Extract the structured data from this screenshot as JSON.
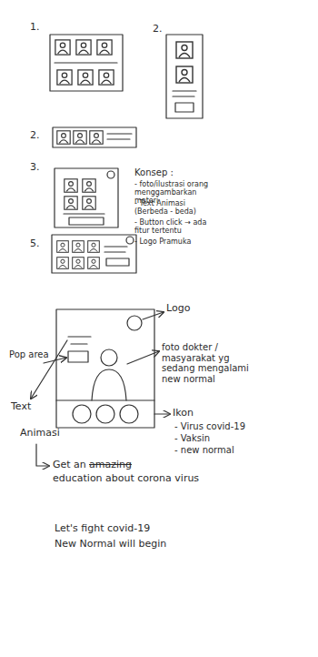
{
  "diagram": {
    "labels": [
      "1.",
      "2.",
      "2.",
      "3.",
      "Konsep :",
      "- foto/ilustrasi orang menggambarkan materi",
      "- Text Animasi (Berbeda - beda)",
      "- Button click → ada fitur tertentu",
      "- Logo Pramuka",
      "5.",
      "Logo",
      "Pop area",
      "foto dokter / masyarakat yg sedang mengalami new normal",
      "Text",
      "Animasi",
      "Ikon",
      "- Virus covid-19",
      "- Vaksin",
      "- new normal",
      "Get an",
      "amazing",
      "education about corona virus",
      "Let's fight covid-19",
      "New Normal will begin"
    ]
  }
}
